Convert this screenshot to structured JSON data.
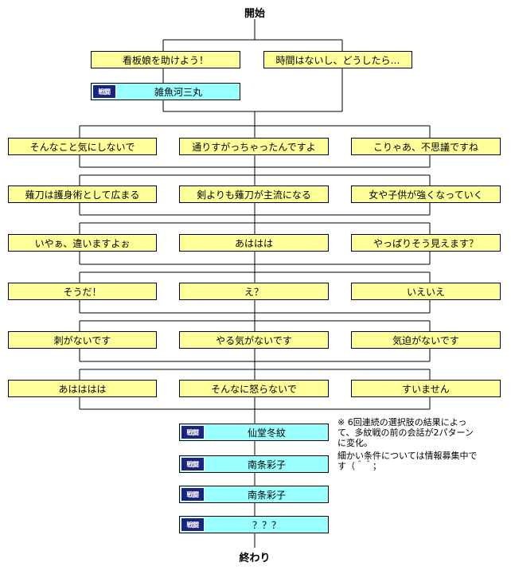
{
  "start_label": "開始",
  "end_label": "終わり",
  "badge_text": "戦闘",
  "first_choices": [
    "看板娘を助けよう！",
    "時間はないし、どうしたら…"
  ],
  "first_battle": "雑魚河三丸",
  "choice_rows": [
    [
      "そんなこと気にしないで",
      "通りすがっちゃったんですよ",
      "こりゃあ、不思議ですね"
    ],
    [
      "薙刀は護身術として広まる",
      "剣よりも薙刀が主流になる",
      "女や子供が強くなっていく"
    ],
    [
      "いやぁ、違いますよぉ",
      "あははは",
      "やっぱりそう見えます？"
    ],
    [
      "そうだ！",
      "え？",
      "いえいえ"
    ],
    [
      "刺がないです",
      "やる気がないです",
      "気迫がないです"
    ],
    [
      "あはははは",
      "そんなに怒らないで",
      "すいません"
    ]
  ],
  "final_battles": [
    "仙堂冬紋",
    "南条彩子",
    "南条彩子",
    "？？？"
  ],
  "note": {
    "line1": "※ 6回連続の選択肢の結果によって、多紋戦の前の会話が2パターンに変化。",
    "line2": "細かい条件については情報募集中です（＾＾；"
  }
}
